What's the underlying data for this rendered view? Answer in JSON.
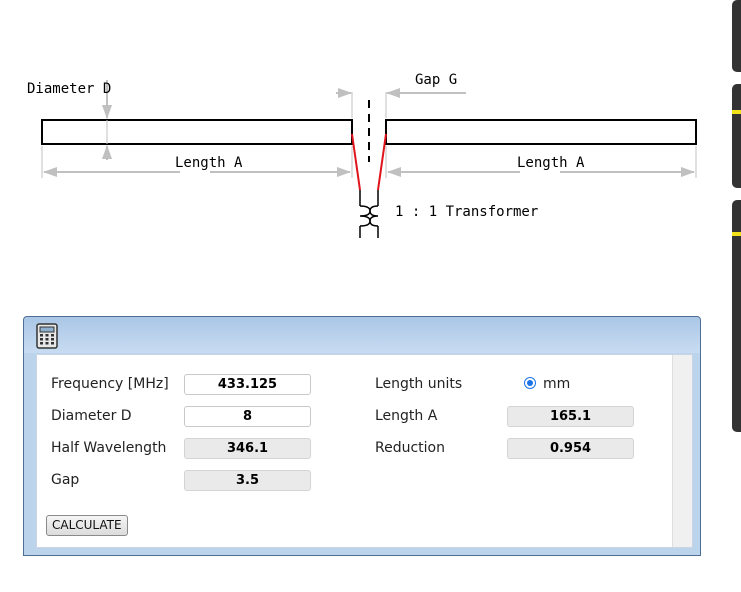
{
  "diagram": {
    "diameter_label": "Diameter D",
    "gap_label": "Gap G",
    "length_left_label": "Length A",
    "length_right_label": "Length A",
    "transformer_label": "1 : 1 Transformer"
  },
  "calculator": {
    "fields": {
      "frequency": {
        "label": "Frequency [MHz]",
        "value": "433.125"
      },
      "diameter": {
        "label": "Diameter D",
        "value": "8"
      },
      "half_wavelength": {
        "label": "Half Wavelength",
        "value": "346.1"
      },
      "gap": {
        "label": "Gap",
        "value": "3.5"
      },
      "length_units": {
        "label": "Length units",
        "option": "mm"
      },
      "length_a": {
        "label": "Length A",
        "value": "165.1"
      },
      "reduction": {
        "label": "Reduction",
        "value": "0.954"
      }
    },
    "button_label": "CALCULATE"
  },
  "colors": {
    "accent": "#1a73e8",
    "feed_lines": "#e0141c",
    "arrows": "#c0c0c0",
    "frame_border": "#4d6f96",
    "edge_stripe": "#f2e21a"
  }
}
